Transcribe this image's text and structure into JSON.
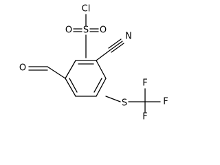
{
  "molecule": {
    "atom_labels": {
      "sulfonyl_chloride_cl": "Cl",
      "sulfonyl_s": "S",
      "sulfonyl_o_left": "O",
      "sulfonyl_o_right": "O",
      "nitrile_n": "N",
      "aldehyde_o": "O",
      "thioether_s": "S",
      "fluorine_top": "F",
      "fluorine_right": "F",
      "fluorine_bottom": "F"
    }
  },
  "colors": {
    "bond": "#000000",
    "label": "#000000",
    "background": "#ffffff"
  }
}
